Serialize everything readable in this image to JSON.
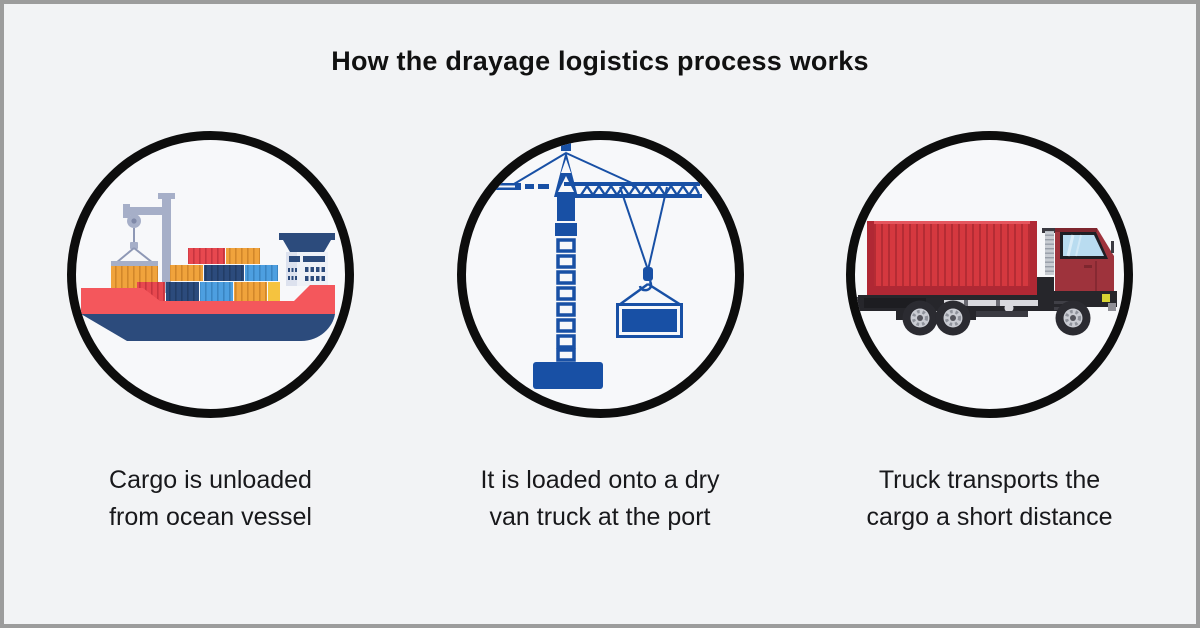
{
  "title": "How the drayage logistics process works",
  "steps": [
    {
      "icon": "cargo-ship-icon",
      "caption_lines": [
        "Cargo is unloaded",
        "from ocean vessel"
      ]
    },
    {
      "icon": "port-crane-icon",
      "caption_lines": [
        "It is loaded onto a dry",
        "van truck at the port"
      ]
    },
    {
      "icon": "container-truck-icon",
      "caption_lines": [
        "Truck transports the",
        "cargo a short distance"
      ]
    }
  ],
  "colors": {
    "background": "#f2f3f5",
    "frame_border": "#9c9c9c",
    "circle_border": "#0d0d0d",
    "circle_fill": "#f7f8fa",
    "title_text": "#111111",
    "caption_text": "#18181b",
    "crane_blue": "#1850a5",
    "ship_coral": "#f4575c",
    "ship_navy": "#2c4b7c",
    "container_orange": "#f0a33c",
    "container_lightblue": "#4d9fe0",
    "container_red": "#e8484f",
    "ship_crane_grey": "#a6afc8",
    "truck_container_red": "#d5383f",
    "truck_cab_red": "#9e333c",
    "truck_chassis_dark": "#26262b"
  }
}
